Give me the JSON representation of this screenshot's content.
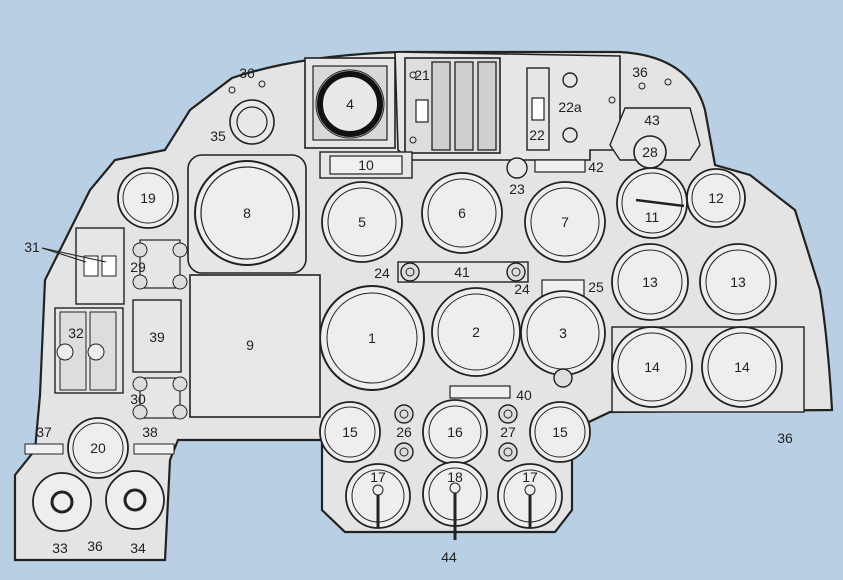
{
  "colors": {
    "background": "#b9cfe3",
    "panel": "#e4e4e4",
    "ink": "#222222"
  },
  "labels": {
    "1": "1",
    "2": "2",
    "3": "3",
    "4": "4",
    "5": "5",
    "6": "6",
    "7": "7",
    "8": "8",
    "9": "9",
    "10": "10",
    "11": "11",
    "12": "12",
    "13a": "13",
    "13b": "13",
    "14a": "14",
    "14b": "14",
    "15a": "15",
    "15b": "15",
    "16": "16",
    "17a": "17",
    "17b": "17",
    "18": "18",
    "19": "19",
    "20": "20",
    "21": "21",
    "22": "22",
    "22a": "22a",
    "23": "23",
    "24a": "24",
    "24b": "24",
    "25": "25",
    "26": "26",
    "27": "27",
    "28": "28",
    "29": "29",
    "30": "30",
    "31": "31",
    "32": "32",
    "33": "33",
    "34": "34",
    "35": "35",
    "36a": "36",
    "36b": "36",
    "36c": "36",
    "36d": "36",
    "37": "37",
    "38": "38",
    "39": "39",
    "40": "40",
    "41": "41",
    "42": "42",
    "43": "43",
    "44": "44"
  }
}
